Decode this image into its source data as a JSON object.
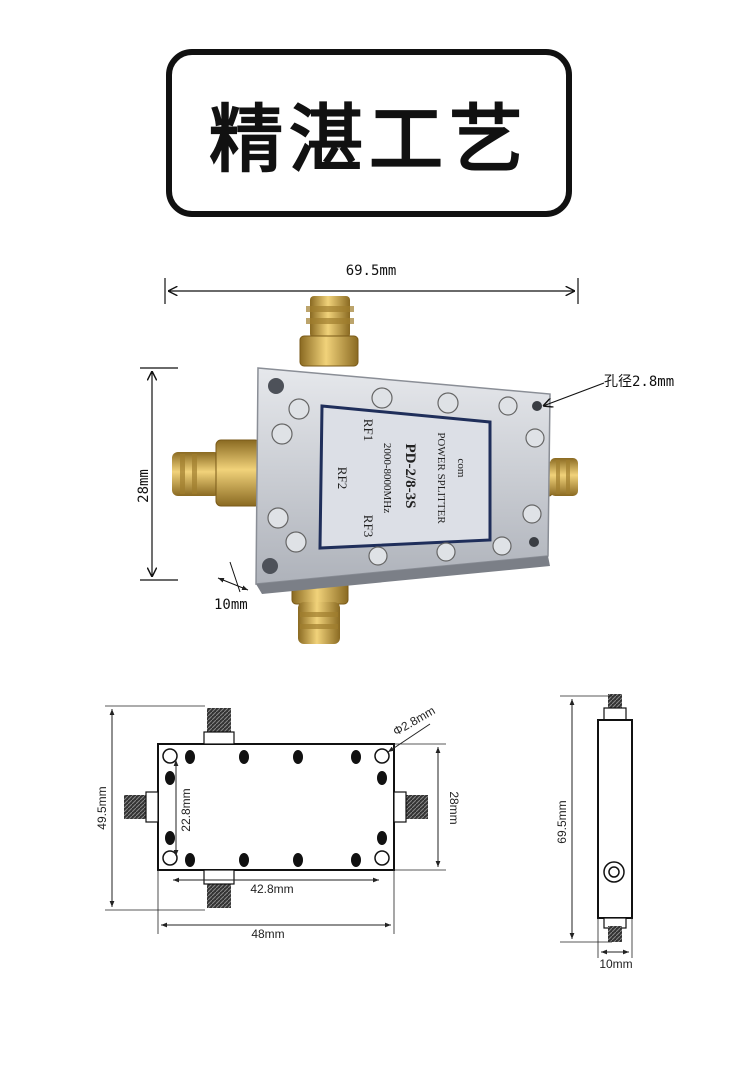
{
  "title": "精湛工艺",
  "photo": {
    "width_label": "69.5mm",
    "height_label": "28mm",
    "hole_label": "孔径2.8mm",
    "connector_label": "10mm",
    "label_plate": {
      "line1": "com",
      "line2": "POWER SPLITTER",
      "model": "PD-2/8-3S",
      "freq": "2000-8000MHz",
      "rf1": "RF1",
      "rf2": "RF2",
      "rf3": "RF3"
    }
  },
  "front_drawing": {
    "hole_label": "Φ2.8mm",
    "overall_height_label": "49.5mm",
    "body_height_label": "28mm",
    "inner_height_label": "22.8mm",
    "inner_width_label": "42.8mm",
    "body_width_label": "48mm"
  },
  "side_drawing": {
    "length_label": "69.5mm",
    "thickness_label": "10mm"
  },
  "colors": {
    "housing": "#c9ccd2",
    "plate": "#d8dbe2",
    "plate_border": "#1f2e5a",
    "gold": "#c9a24a",
    "ink": "#111111"
  }
}
